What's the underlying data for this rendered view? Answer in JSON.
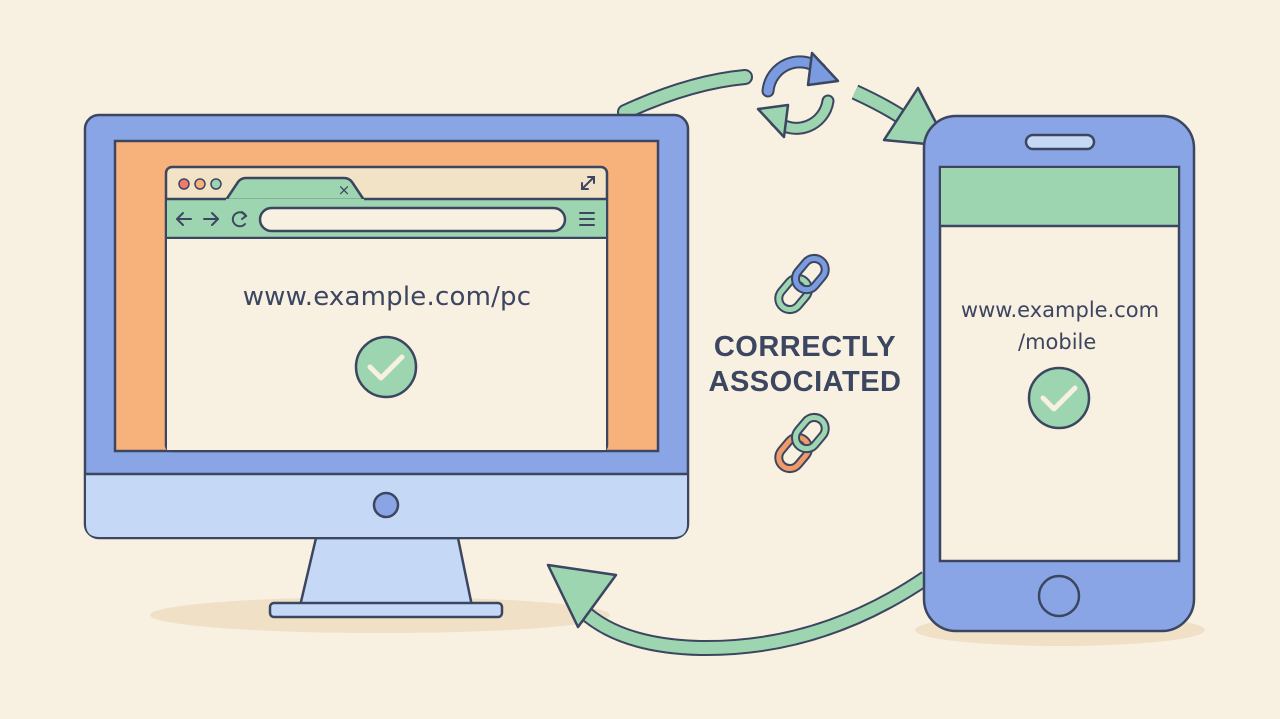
{
  "desktop": {
    "url_label": "www.example.com/pc",
    "tab_close_symbol": "×"
  },
  "mobile": {
    "url_line1": "www.example.com",
    "url_line2": "/mobile"
  },
  "association": {
    "line1": "CORRECTLY",
    "line2": "ASSOCIATED"
  },
  "colors": {
    "background": "#f8f0e1",
    "monitor_frame": "#8aa5e6",
    "monitor_chin": "#c5d8f6",
    "screen_orange": "#f7b27c",
    "browser_green": "#9dd5b0",
    "check_green": "#9dd5b0",
    "outline": "#3c4660",
    "arrow_green": "#9dd5b0",
    "sync_blue": "#7a9be0",
    "link_orange": "#f09a6a"
  },
  "icons": [
    "sync-icon",
    "link-icon",
    "checkmark-icon",
    "back-arrow-icon",
    "forward-arrow-icon",
    "reload-icon",
    "menu-icon",
    "expand-icon",
    "home-button-icon"
  ]
}
